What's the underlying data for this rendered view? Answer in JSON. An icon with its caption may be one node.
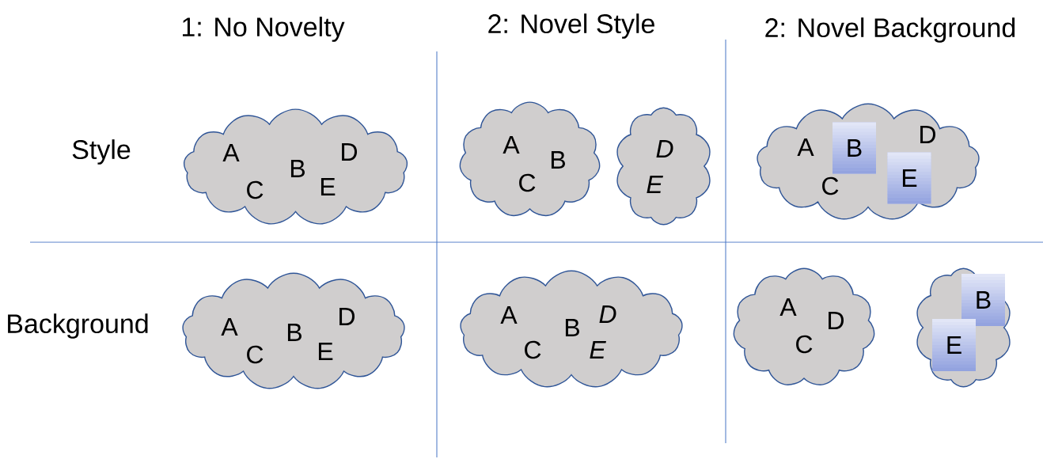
{
  "diagram": {
    "nodes": [
      {
        "text": [
          "A",
          "C",
          "B",
          "E",
          "D"
        ]
      },
      {
        "text": [
          "A",
          "C",
          "B"
        ]
      },
      {
        "text": [
          "D",
          "E"
        ]
      },
      {
        "text": [
          "A",
          "C",
          "D"
        ]
      },
      {
        "text": [
          "B"
        ],
        "in": 3
      },
      {
        "text": [
          "E"
        ],
        "in": 3
      },
      {
        "text": [
          "A",
          "C",
          "B",
          "E",
          "D"
        ]
      },
      {
        "text": [
          "A",
          "C",
          "B",
          "D",
          "E"
        ]
      },
      {
        "text": [
          "A",
          "C",
          "D"
        ]
      },
      {
        "text": [],
        "shape": "cloud"
      },
      {
        "text": [
          "B"
        ],
        "in": 9
      },
      {
        "text": [
          "E"
        ],
        "in": 9
      }
    ],
    "labels": [
      "1: No Novelty",
      "2: Novel Style",
      "2: Novel Background",
      "Style",
      "Background"
    ]
  }
}
